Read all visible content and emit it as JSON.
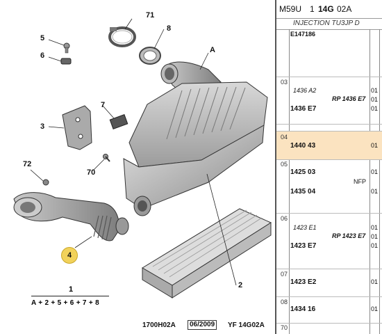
{
  "diagram": {
    "callouts": {
      "c71": "71",
      "c8": "8",
      "cA": "A",
      "c5": "5",
      "c6": "6",
      "c7": "7",
      "c3": "3",
      "c70": "70",
      "c72": "72",
      "c4": "4",
      "c2": "2"
    },
    "formula_number": "1",
    "formula": "A + 2 + 5 + 6 + 7 + 8",
    "ref_left": "1700H02A",
    "ref_date": "06/2009",
    "ref_right": "YF 14G02A"
  },
  "panel": {
    "header": {
      "code1": "M59U",
      "code2": "1",
      "code3": "14G",
      "code4": "02A"
    },
    "subheader": "INJECTION TU3JP D",
    "rows": [
      {
        "idx": "",
        "ref": "E147186",
        "ref_style": "b",
        "r1": "",
        "r2": "",
        "e1": "",
        "e2": "",
        "selected": false
      },
      {
        "idx": "03",
        "ref": "1436 A2",
        "ref2": "1436 E7",
        "note": "RP 1436 E7",
        "c1": "01",
        "c2": "01",
        "c3": "01",
        "selected": false
      },
      {
        "idx": "04",
        "ref": "1440 43",
        "c1": "01",
        "selected": true
      },
      {
        "idx": "05",
        "ref": "1425 03",
        "ref2": "1435 04",
        "note": "NFP",
        "c1": "01",
        "c2": "01",
        "selected": false
      },
      {
        "idx": "06",
        "ref": "1423 E1",
        "ref2": "1423 E7",
        "note": "RP 1423 E7",
        "c1": "01",
        "c2": "01",
        "c3": "01",
        "selected": false
      },
      {
        "idx": "07",
        "ref": "1423 E2",
        "c1": "01",
        "selected": false
      },
      {
        "idx": "08",
        "ref": "1434 16",
        "c1": "01",
        "selected": false
      },
      {
        "idx": "70",
        "selected": false
      }
    ]
  }
}
